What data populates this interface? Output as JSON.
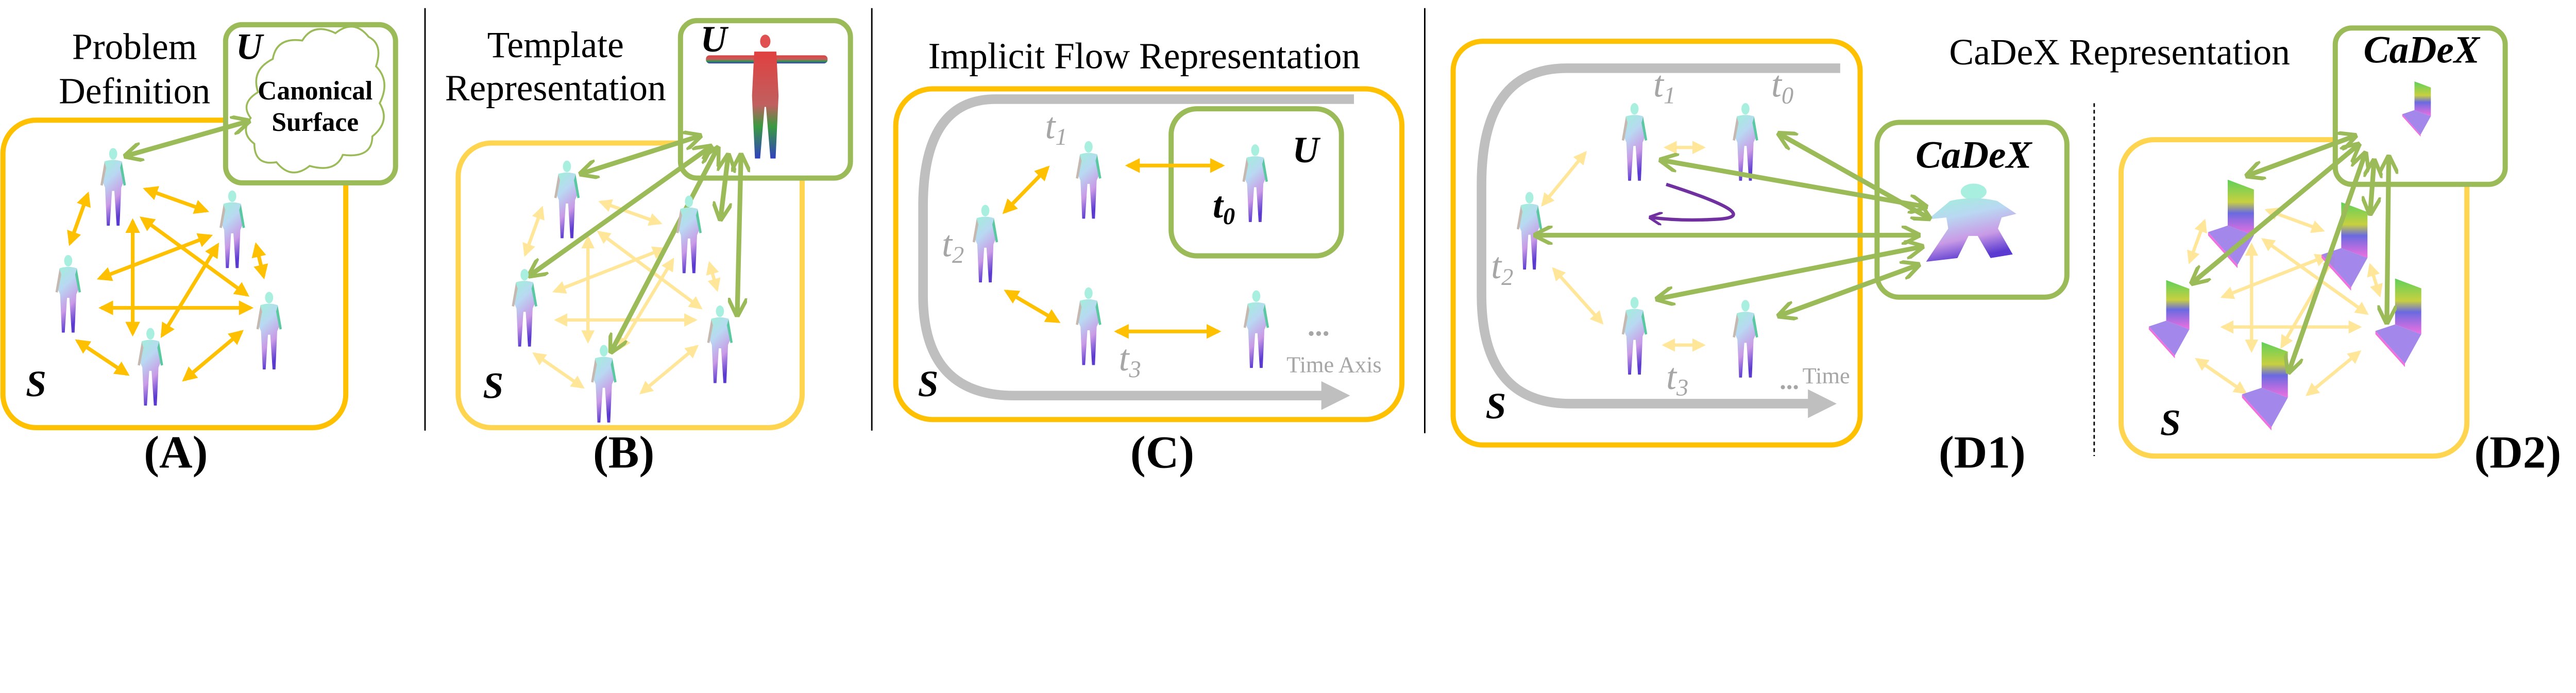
{
  "colors": {
    "sequence_box": "#ffc000",
    "canonical_box": "#9bbb59",
    "correspondence_arrow": "#ffc000",
    "canonical_arrow": "#9bbb59",
    "flow_arrow": "#7030a0",
    "time_axis": "#bfbfbf"
  },
  "panel_a": {
    "title_line1": "Problem",
    "title_line2": "Definition",
    "canonical_label": "U",
    "cloud_line1": "Canonical",
    "cloud_line2": "Surface",
    "set_label": "S",
    "label": "(A)"
  },
  "panel_b": {
    "title_line1": "Template",
    "title_line2": "Representation",
    "canonical_label": "U",
    "set_label": "S",
    "label": "(B)"
  },
  "panel_c": {
    "title": "Implicit Flow Representation",
    "canonical_label": "U",
    "t0": "t",
    "t0_sub": "0",
    "t1": "t",
    "t1_sub": "1",
    "t2": "t",
    "t2_sub": "2",
    "t3": "t",
    "t3_sub": "3",
    "ellipsis": "...",
    "axis_label": "Time Axis",
    "set_label": "S",
    "label": "(C)"
  },
  "panel_d": {
    "title": "CaDeX Representation"
  },
  "panel_d1": {
    "t0": "t",
    "t0_sub": "0",
    "t1": "t",
    "t1_sub": "1",
    "t2": "t",
    "t2_sub": "2",
    "t3": "t",
    "t3_sub": "3",
    "ellipsis": "...",
    "axis_label": "Time",
    "canonical_label": "CaDeX",
    "set_label": "S",
    "label": "(D1)"
  },
  "panel_d2": {
    "canonical_label": "CaDeX",
    "set_label": "S",
    "label": "(D2)"
  }
}
